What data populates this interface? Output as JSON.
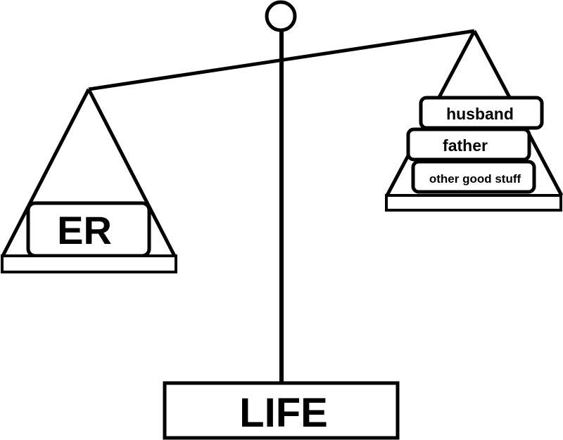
{
  "diagram": {
    "left_pan_label": "ER",
    "right_pan_labels": [
      "husband",
      "father",
      "other good stuff"
    ],
    "base_label": "LIFE"
  },
  "colors": {
    "stroke": "#000000",
    "background": "#ffffff"
  }
}
